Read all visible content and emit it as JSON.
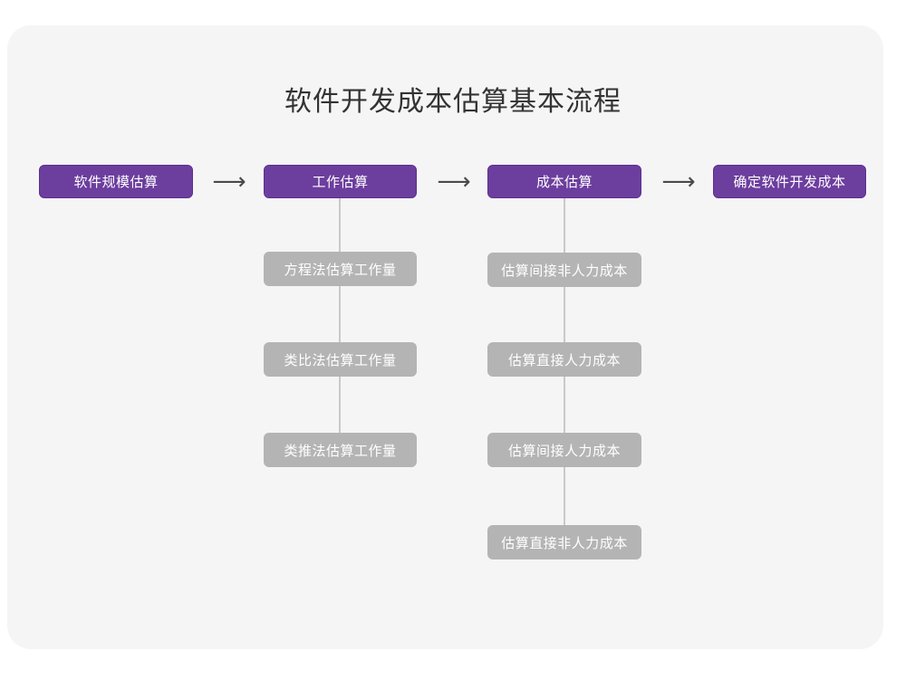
{
  "title": "软件开发成本估算基本流程",
  "colors": {
    "page_background": "#ffffff",
    "card_background": "#f5f5f6",
    "primary_node_fill": "#6c3e9e",
    "primary_node_border": "#5d2f8e",
    "sub_node_fill": "#b4b4b4",
    "node_text": "#ffffff",
    "title_text": "#333333",
    "connector_line": "#c9c9c9",
    "arrow": "#4a4a4a"
  },
  "diagram": {
    "type": "flowchart",
    "orientation": "left-to-right main flow with vertical sub-item branches",
    "arrow_glyph": "⟶",
    "stages": [
      {
        "id": "stage-1",
        "label": "软件规模估算",
        "sub_items": []
      },
      {
        "id": "stage-2",
        "label": "工作估算",
        "sub_items": [
          {
            "label": "方程法估算工作量"
          },
          {
            "label": "类比法估算工作量"
          },
          {
            "label": "类推法估算工作量"
          }
        ]
      },
      {
        "id": "stage-3",
        "label": "成本估算",
        "sub_items": [
          {
            "label": "估算间接非人力成本"
          },
          {
            "label": "估算直接人力成本"
          },
          {
            "label": "估算间接人力成本"
          },
          {
            "label": "估算直接非人力成本"
          }
        ]
      },
      {
        "id": "stage-4",
        "label": "确定软件开发成本",
        "sub_items": []
      }
    ],
    "arrows": [
      {
        "from": "stage-1",
        "to": "stage-2",
        "glyph": "⟶"
      },
      {
        "from": "stage-2",
        "to": "stage-3",
        "glyph": "⟶"
      },
      {
        "from": "stage-3",
        "to": "stage-4",
        "glyph": "⟶"
      }
    ]
  }
}
